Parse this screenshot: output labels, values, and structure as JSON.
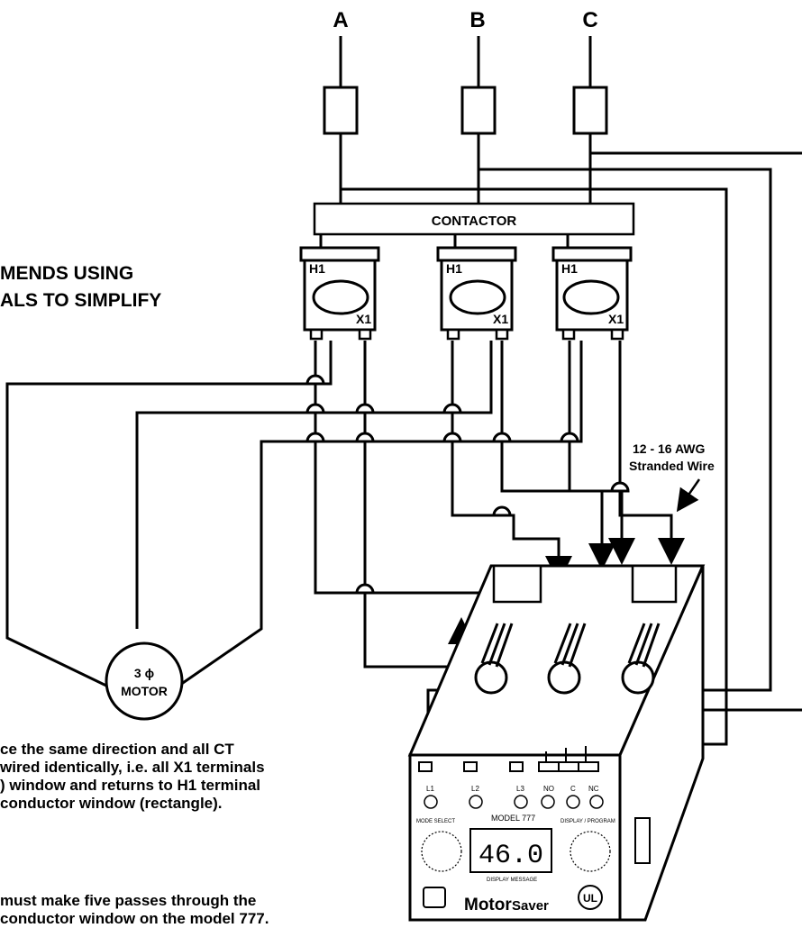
{
  "phase_labels": [
    "A",
    "B",
    "C"
  ],
  "contactor_label": "CONTACTOR",
  "ct_terminal_h1": "H1",
  "ct_terminal_x1": "X1",
  "heading_lines": [
    "MENDS USING",
    "ALS TO SIMPLIFY"
  ],
  "wire_note": [
    "12 - 16 AWG",
    "Stranded Wire"
  ],
  "motor_label": [
    "3 ϕ",
    "MOTOR"
  ],
  "instructions_1": [
    "ce the same direction and all CT",
    "wired identically, i.e. all X1 terminals",
    ") window and returns to H1 terminal",
    "conductor window (rectangle)."
  ],
  "instructions_2": [
    "must make five passes through the",
    "conductor window on the model 777."
  ],
  "device": {
    "terminals": [
      "L1",
      "L2",
      "L3",
      "NO",
      "C",
      "NC"
    ],
    "mode_select": "MODE SELECT",
    "model": "MODEL 777",
    "display_value": "46.0",
    "display_program": "DISPLAY / PROGRAM",
    "display_message": "DISPLAY MESSAGE",
    "brand": "Motor",
    "brand_suffix": "Saver",
    "ul_mark": "UL"
  }
}
